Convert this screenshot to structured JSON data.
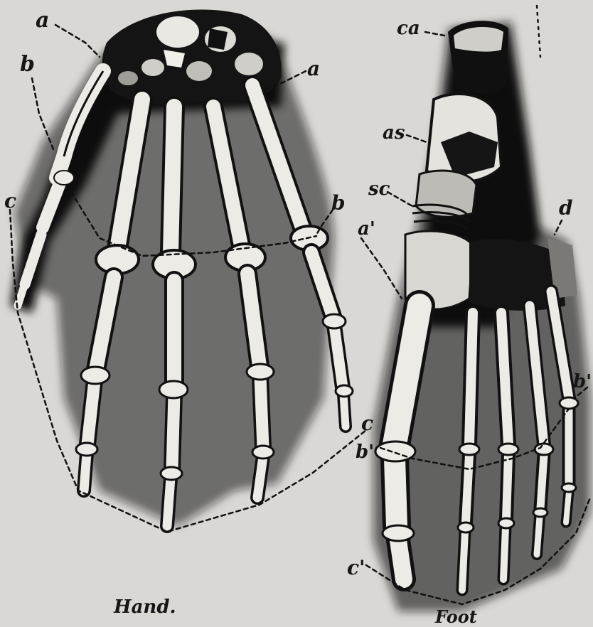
{
  "palette": {
    "paper": "#d9d8d4",
    "ink": "#121212",
    "bone": "#ecebe6",
    "shade": "#5a5a58"
  },
  "figures": [
    {
      "id": "hand",
      "caption": "Hand."
    },
    {
      "id": "foot",
      "caption": "Foot"
    }
  ],
  "labels": {
    "hand": [
      "a",
      "b",
      "c",
      "a",
      "b",
      "c"
    ],
    "foot": [
      "ca",
      "as",
      "sc",
      "a'",
      "d",
      "b'",
      "b'",
      "c'"
    ]
  }
}
